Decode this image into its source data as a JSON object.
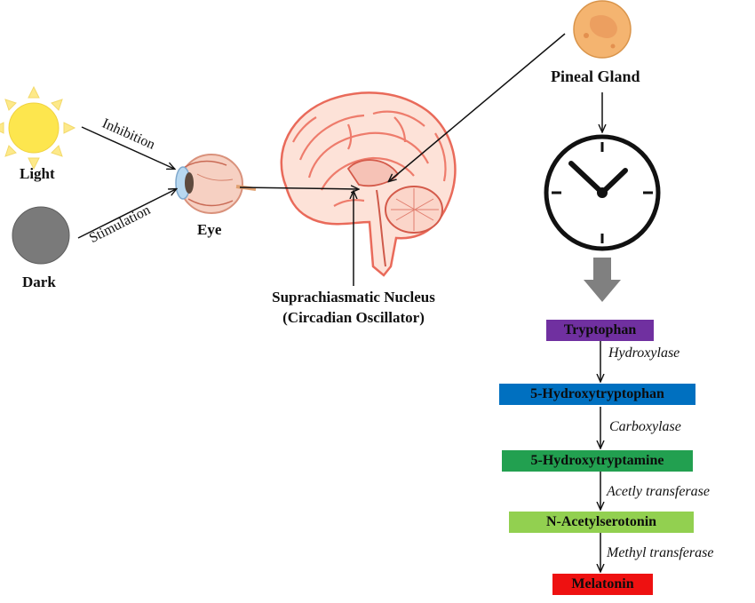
{
  "left": {
    "light_label": "Light",
    "dark_label": "Dark",
    "inhibition_label": "Inhibition",
    "stimulation_label": "Stimulation",
    "eye_label": "Eye"
  },
  "brain": {
    "scn_label_line1": "Suprachiasmatic Nucleus",
    "scn_label_line2": "(Circadian Oscillator)"
  },
  "right": {
    "pineal_label": "Pineal Gland"
  },
  "pathway": {
    "compounds": [
      {
        "name": "Tryptophan",
        "color": "#7030a0"
      },
      {
        "name": "5-Hydroxytryptophan",
        "color": "#0070c0"
      },
      {
        "name": "5-Hydroxytryptamine",
        "color": "#22a050"
      },
      {
        "name": "N-Acetylserotonin",
        "color": "#92d050"
      },
      {
        "name": "Melatonin",
        "color": "#ee1111"
      }
    ],
    "enzymes": [
      "Hydroxylase",
      "Carboxylase",
      "Acetly transferase",
      "Methyl transferase"
    ]
  },
  "colors": {
    "sun_fill": "#fde64e",
    "sun_ray": "#fde98a",
    "dark_fill": "#7a7a7a",
    "pineal_fill": "#f4b470",
    "clock_stroke": "#111111",
    "down_arrow": "#808080"
  },
  "icons": [
    "sun-icon",
    "dark-circle-icon",
    "eye-icon",
    "brain-icon",
    "pineal-gland-icon",
    "clock-icon"
  ]
}
